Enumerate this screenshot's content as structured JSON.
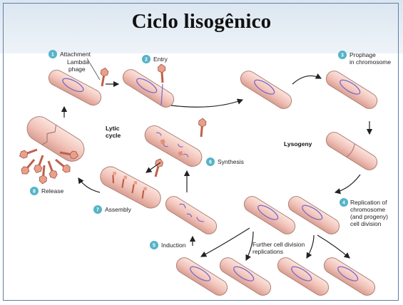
{
  "title": "Ciclo lisogênico",
  "steps": {
    "s1": {
      "num": "1",
      "label": "Attachment"
    },
    "s2": {
      "num": "2",
      "label": "Entry"
    },
    "s3": {
      "num": "3",
      "label1": "Prophage",
      "label2": "in chromosome"
    },
    "s4": {
      "num": "4",
      "label1": "Replication of",
      "label2": "chromosome",
      "label3": "(and progeny)",
      "label4": "cell division"
    },
    "s5": {
      "num": "5",
      "label": "Induction"
    },
    "s6": {
      "num": "6",
      "label": "Synthesis"
    },
    "s7": {
      "num": "7",
      "label": "Assembly"
    },
    "s8": {
      "num": "8",
      "label": "Release"
    }
  },
  "labels": {
    "lambda1": "Lambda",
    "lambda2": "phage",
    "lytic1": "Lytic",
    "lytic2": "cycle",
    "lysogeny": "Lysogeny",
    "further1": "Further cell division",
    "further2": "replications"
  },
  "colors": {
    "cell_fill": "#f3c9c0",
    "cell_stroke": "#b08378",
    "dna": "#7b67c9",
    "badge": "#55b3c8",
    "arrow": "#222222"
  }
}
